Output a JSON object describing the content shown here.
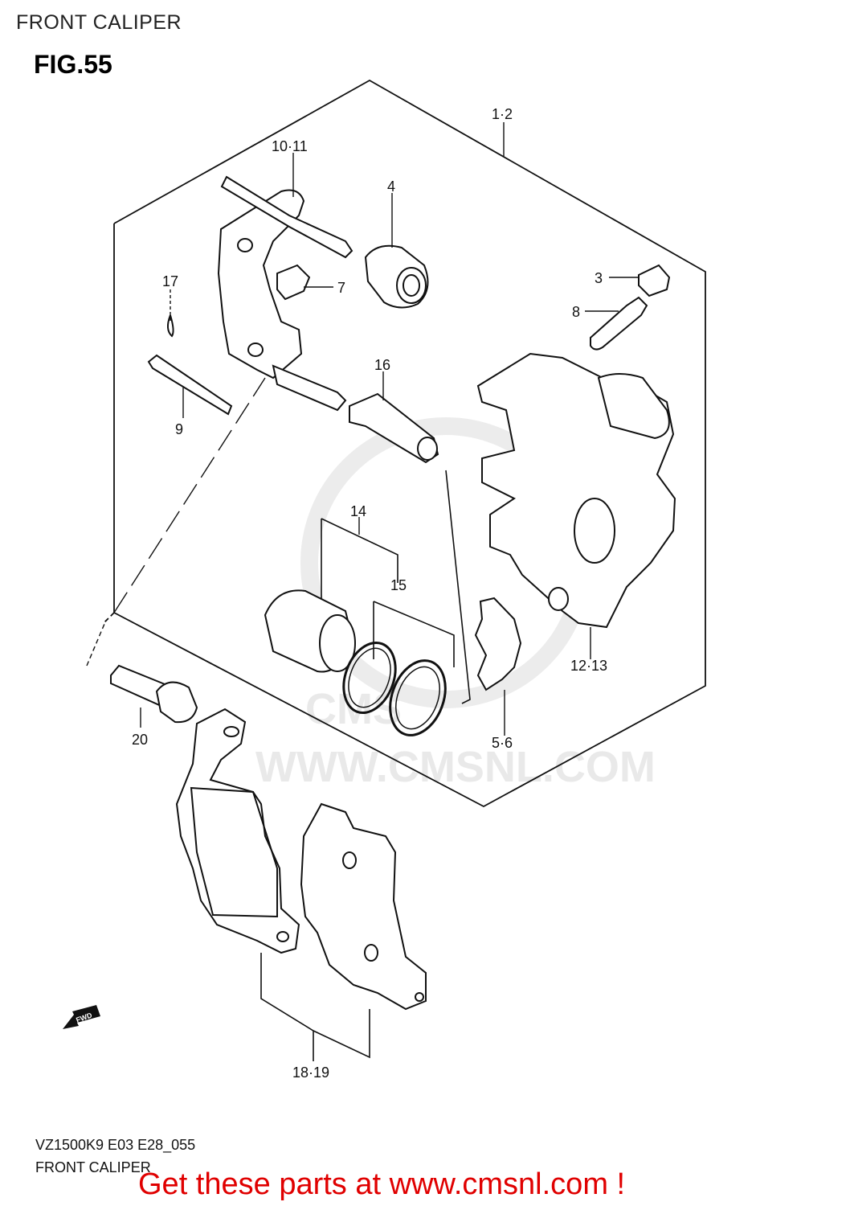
{
  "header": {
    "title": "FRONT CALIPER"
  },
  "figure": {
    "label": "FIG.55"
  },
  "watermark": {
    "text": "WWW.CMSNL.COM",
    "logo_text": "CMS"
  },
  "callouts": {
    "c1_2": "1·2",
    "c10_11": "10·11",
    "c4": "4",
    "c17": "17",
    "c7": "7",
    "c3": "3",
    "c8": "8",
    "c9": "9",
    "c16": "16",
    "c14": "14",
    "c15": "15",
    "c12_13": "12·13",
    "c5_6": "5·6",
    "c20": "20",
    "c18_19": "18·19"
  },
  "fwd_icon": {
    "label": "FWD"
  },
  "footer": {
    "code": "VZ1500K9 E03 E28_055",
    "name": "FRONT CALIPER"
  },
  "promo": {
    "text": "Get these parts at www.cmsnl.com !",
    "color": "#e00000"
  }
}
